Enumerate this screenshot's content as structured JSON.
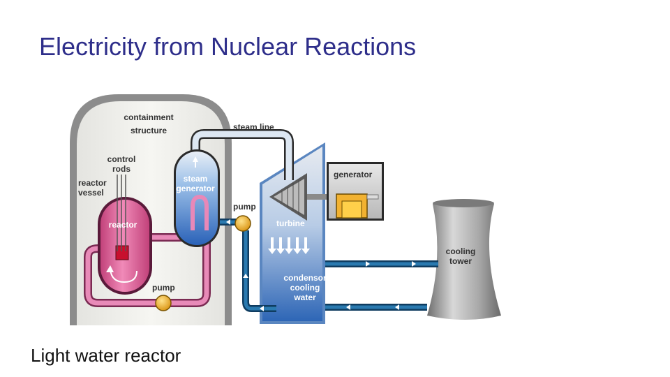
{
  "slide": {
    "title": "Electricity from Nuclear Reactions",
    "caption": "Light water reactor"
  },
  "diagram": {
    "labels": {
      "containment_line1": "containment",
      "containment_line2": "structure",
      "control_line1": "control",
      "control_line2": "rods",
      "vessel_line1": "reactor",
      "vessel_line2": "vessel",
      "reactor": "reactor",
      "steam_gen_line1": "steam",
      "steam_gen_line2": "generator",
      "steam_line": "steam line",
      "generator": "generator",
      "pump_top": "pump",
      "turbine": "turbine",
      "pump_bottom": "pump",
      "condensor_line1": "condensor",
      "condensor_line2": "cooling",
      "condensor_line3": "water",
      "cooling_line1": "cooling",
      "cooling_line2": "tower"
    },
    "colors": {
      "title": "#2e2e8a",
      "containment": "#8a8a8a",
      "containment_fill": "#eeeeea",
      "reactor": "#e06aa0",
      "reactor_pipe": "#d45a92",
      "steam_pipe": "#d6e4f2",
      "water": "#1e5e8e",
      "turbine_blue": "#3a7cc8",
      "pump": "#f2b231",
      "generator": "#f2b231",
      "tower": "#9a9a9a"
    }
  }
}
